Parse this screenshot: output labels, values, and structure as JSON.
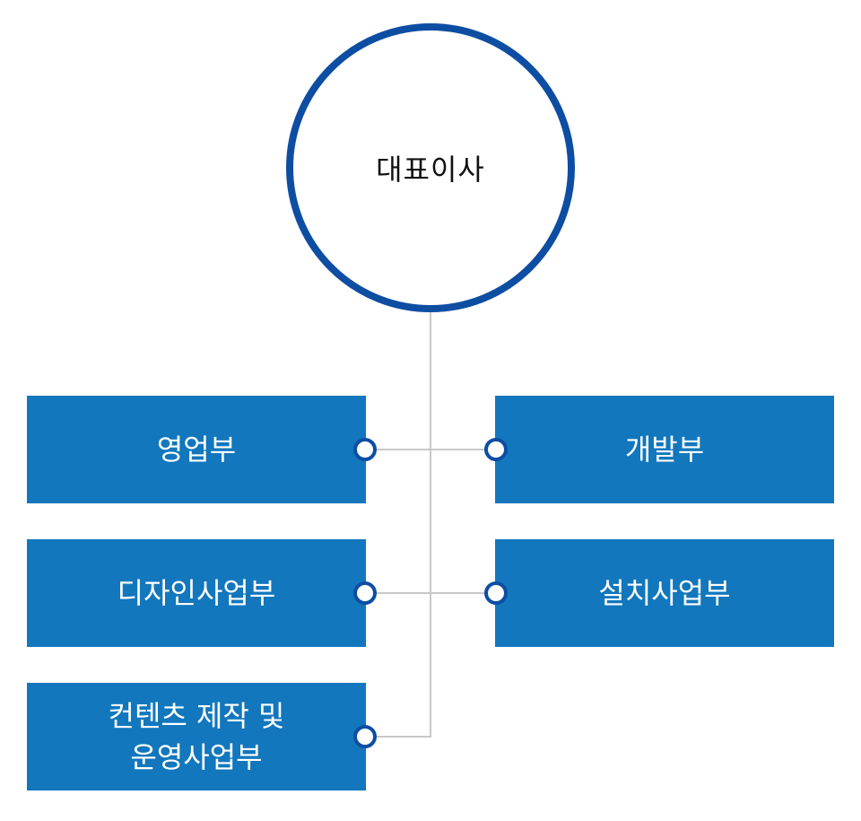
{
  "ceo": {
    "label": "대표이사"
  },
  "departments": {
    "sales": "영업부",
    "dev": "개발부",
    "design": "디자인사업부",
    "install": "설치사업부",
    "content": "컨텐츠 제작 및\n운영사업부"
  },
  "colors": {
    "ceo_border": "#0d4ea3",
    "box_fill": "#1277bd",
    "connector_line": "#c8c8c8",
    "dot_border": "#0d4ea3"
  }
}
